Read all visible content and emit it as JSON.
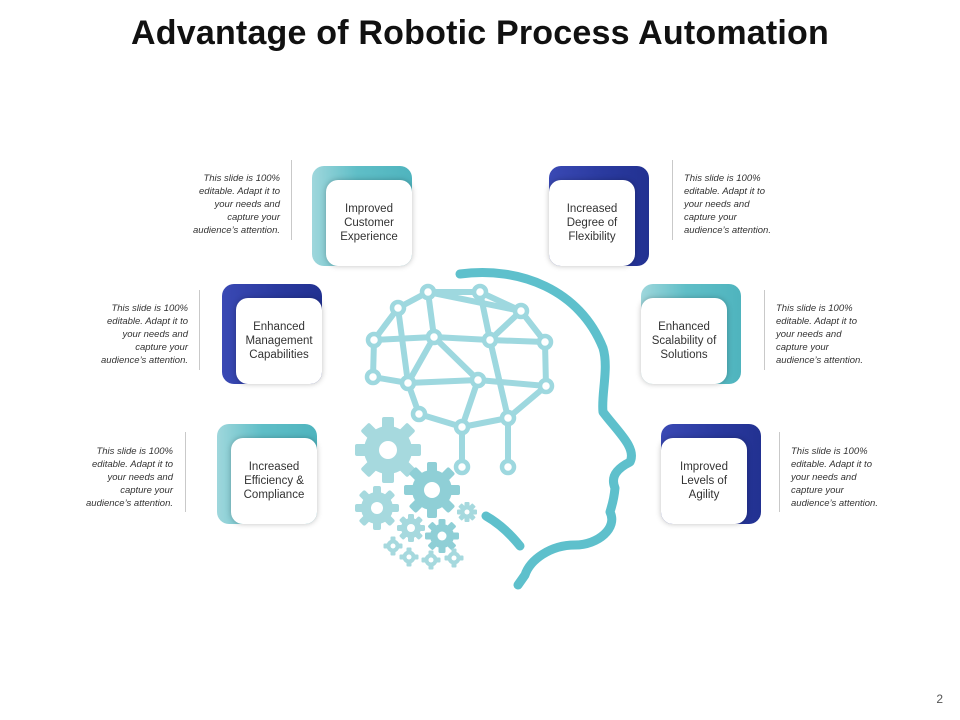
{
  "title": "Advantage of Robotic Process Automation",
  "page_number": "2",
  "colors": {
    "teal": "#5bbdc6",
    "navy": "#2a3a9f",
    "illustration": "#5ec0cc"
  },
  "features": [
    {
      "label": "Improved\nCustomer\nExperience",
      "color": "teal",
      "note": "This slide is 100%\neditable. Adapt it to\nyour needs and\ncapture your\naudience’s attention."
    },
    {
      "label": "Increased\nDegree of\nFlexibility",
      "color": "navy",
      "note": "This slide is 100%\neditable. Adapt it to\nyour needs and\ncapture your\naudience’s attention."
    },
    {
      "label": "Enhanced\nManagement\nCapabilities",
      "color": "navy",
      "note": "This slide is 100%\neditable. Adapt it to\nyour needs and\ncapture your\naudience’s attention."
    },
    {
      "label": "Enhanced\nScalability of\nSolutions",
      "color": "teal",
      "note": "This slide is 100%\neditable. Adapt it to\nyour needs and\ncapture your\naudience’s attention."
    },
    {
      "label": "Increased\nEfficiency &\nCompliance",
      "color": "teal",
      "note": "This slide is 100%\neditable. Adapt it to\nyour needs and\ncapture your\naudience’s attention."
    },
    {
      "label": "Improved\nLevels of\nAgility",
      "color": "navy",
      "note": "This slide is 100%\neditable. Adapt it to\nyour needs and\ncapture your\naudience’s attention."
    }
  ],
  "illustration": {
    "icon": "ai-head-brain-network-gears-icon"
  }
}
